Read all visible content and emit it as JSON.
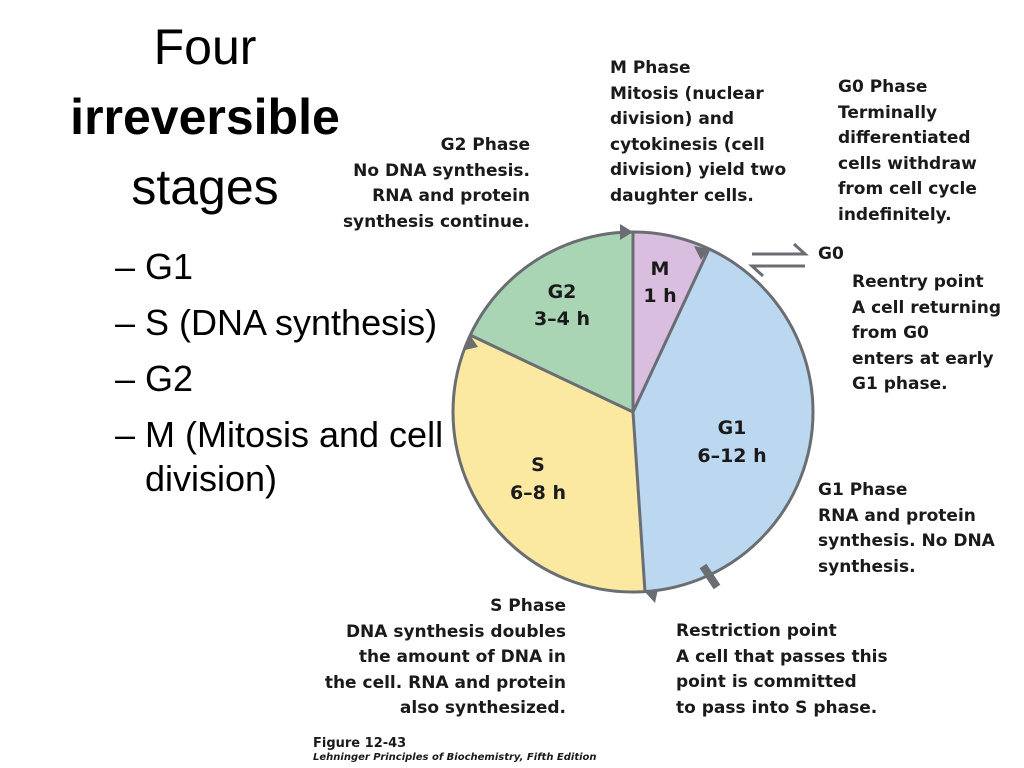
{
  "title": {
    "line1": "Four",
    "line2": "irreversible",
    "line3": "stages"
  },
  "bullets": [
    {
      "dash": "–",
      "text": "G1"
    },
    {
      "dash": "–",
      "text": "S (DNA synthesis)"
    },
    {
      "dash": "–",
      "text": "G2"
    },
    {
      "dash": "–",
      "text": "M (Mitosis and cell division)"
    }
  ],
  "sectors": {
    "m": {
      "name": "M",
      "duration": "1 h",
      "color": "#d9bedf"
    },
    "g1": {
      "name": "G1",
      "duration": "6–12 h",
      "color": "#bcd7f0"
    },
    "s": {
      "name": "S",
      "duration": "6–8 h",
      "color": "#fbe9a2"
    },
    "g2": {
      "name": "G2",
      "duration": "3–4 h",
      "color": "#a9d5b4"
    }
  },
  "colors": {
    "ring": "#6a6e73",
    "text": "#1a1a1a"
  },
  "notes": {
    "m_phase": {
      "title": "M Phase",
      "body": "Mitosis (nuclear\ndivision) and\ncytokinesis (cell\ndivision) yield two\ndaughter cells."
    },
    "g0_phase": {
      "title": "G0 Phase",
      "body": "Terminally\ndifferentiated\ncells withdraw\nfrom cell cycle\nindefinitely."
    },
    "g2_phase": {
      "title": "G2 Phase",
      "body": "No DNA synthesis.\nRNA and protein\nsynthesis continue."
    },
    "reentry": {
      "label": "G0",
      "title": "Reentry point",
      "body": "A cell returning\nfrom G0\nenters at early\nG1 phase."
    },
    "g1_phase": {
      "title": "G1 Phase",
      "body": "RNA and protein\nsynthesis. No DNA\nsynthesis."
    },
    "s_phase": {
      "title": "S Phase",
      "body": "DNA synthesis doubles\nthe amount of DNA in\nthe cell. RNA and protein\nalso synthesized."
    },
    "restriction": {
      "title": "Restriction point",
      "body": "A cell that passes this\npoint is committed\nto pass into S phase."
    }
  },
  "caption": {
    "figure": "Figure 12-43",
    "source": "Lehninger Principles of Biochemistry, Fifth Edition"
  }
}
